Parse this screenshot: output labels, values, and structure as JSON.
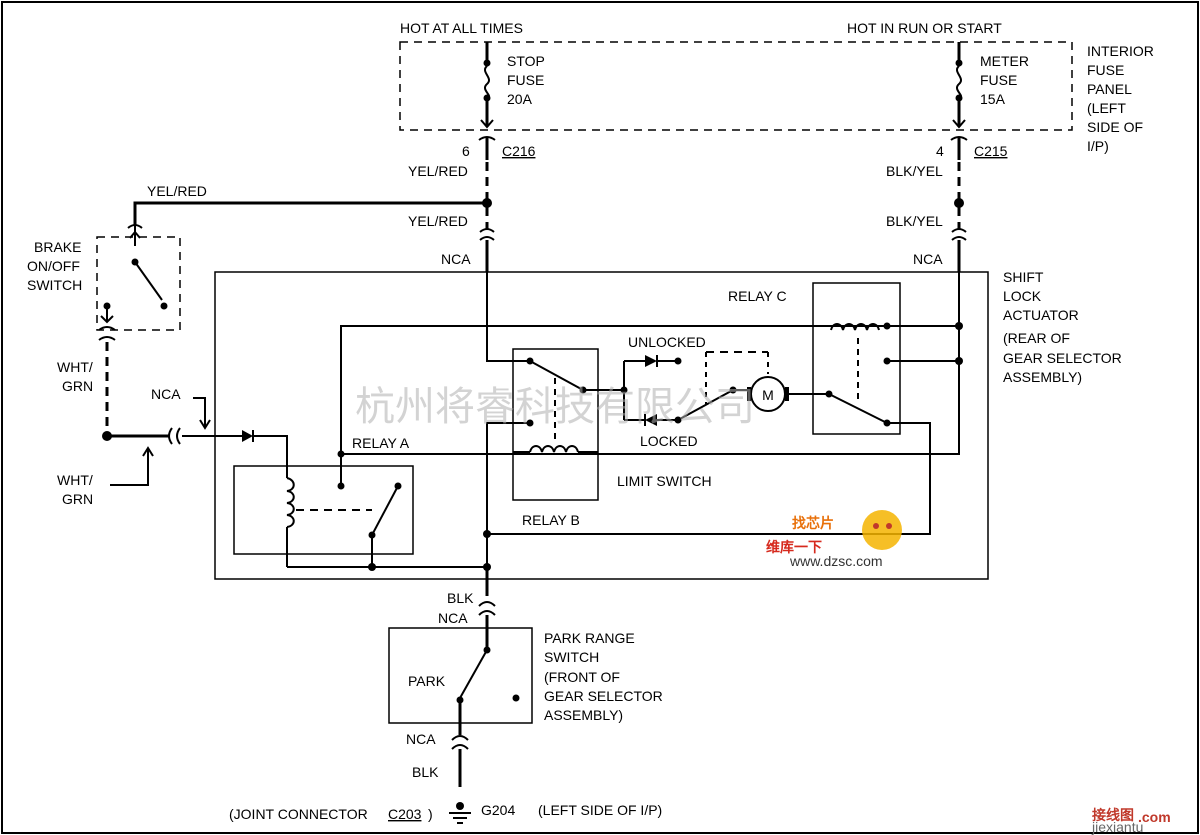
{
  "labels": {
    "hot_at_all_times": "HOT AT ALL TIMES",
    "hot_in_run_or_start": "HOT IN RUN OR START",
    "stop_fuse": [
      "STOP",
      "FUSE",
      "20A"
    ],
    "meter_fuse": [
      "METER",
      "FUSE",
      "15A"
    ],
    "interior_fuse_panel": [
      "INTERIOR",
      "FUSE",
      "PANEL",
      "(LEFT",
      "SIDE OF",
      "I/P)"
    ],
    "pin_6": "6",
    "c216": "C216",
    "pin_4": "4",
    "c215": "C215",
    "yel_red_1": "YEL/RED",
    "yel_red_2": "YEL/RED",
    "yel_red_3": "YEL/RED",
    "blk_yel_1": "BLK/YEL",
    "blk_yel_2": "BLK/YEL",
    "nca_left": "NCA",
    "nca_right": "NCA",
    "nca_wht": "NCA",
    "nca_park_top": "NCA",
    "nca_park_bottom": "NCA",
    "brake_switch": [
      "BRAKE",
      "ON/OFF",
      "SWITCH"
    ],
    "wht_grn_1": [
      "WHT/",
      "GRN"
    ],
    "wht_grn_2": [
      "WHT/",
      "GRN"
    ],
    "shift_lock_actuator": [
      "SHIFT",
      "LOCK",
      "ACTUATOR",
      "(REAR OF",
      "GEAR SELECTOR",
      "ASSEMBLY)"
    ],
    "relay_a": "RELAY A",
    "relay_b": "RELAY B",
    "relay_c": "RELAY C",
    "unlocked": "UNLOCKED",
    "locked": "LOCKED",
    "limit_switch": "LIMIT SWITCH",
    "motor": "M",
    "blk_top": "BLK",
    "blk_bottom": "BLK",
    "park": "PARK",
    "park_range_switch": [
      "PARK RANGE",
      "SWITCH",
      "(FRONT OF",
      "GEAR SELECTOR",
      "ASSEMBLY)"
    ],
    "joint_connector_prefix": "(JOINT CONNECTOR",
    "c203": "C203",
    "joint_connector_suffix": ")",
    "g204": "G204",
    "left_side_ip": "(LEFT SIDE OF I/P)"
  },
  "watermarks": {
    "company": "杭州将睿科技有限公司",
    "logo_top": "找芯片",
    "logo_bottom": "维库一下",
    "logo_url": "www.dzsc.com",
    "corner_cn": "接线图",
    "corner_com": ".com",
    "corner_url": "jiexiantu"
  }
}
